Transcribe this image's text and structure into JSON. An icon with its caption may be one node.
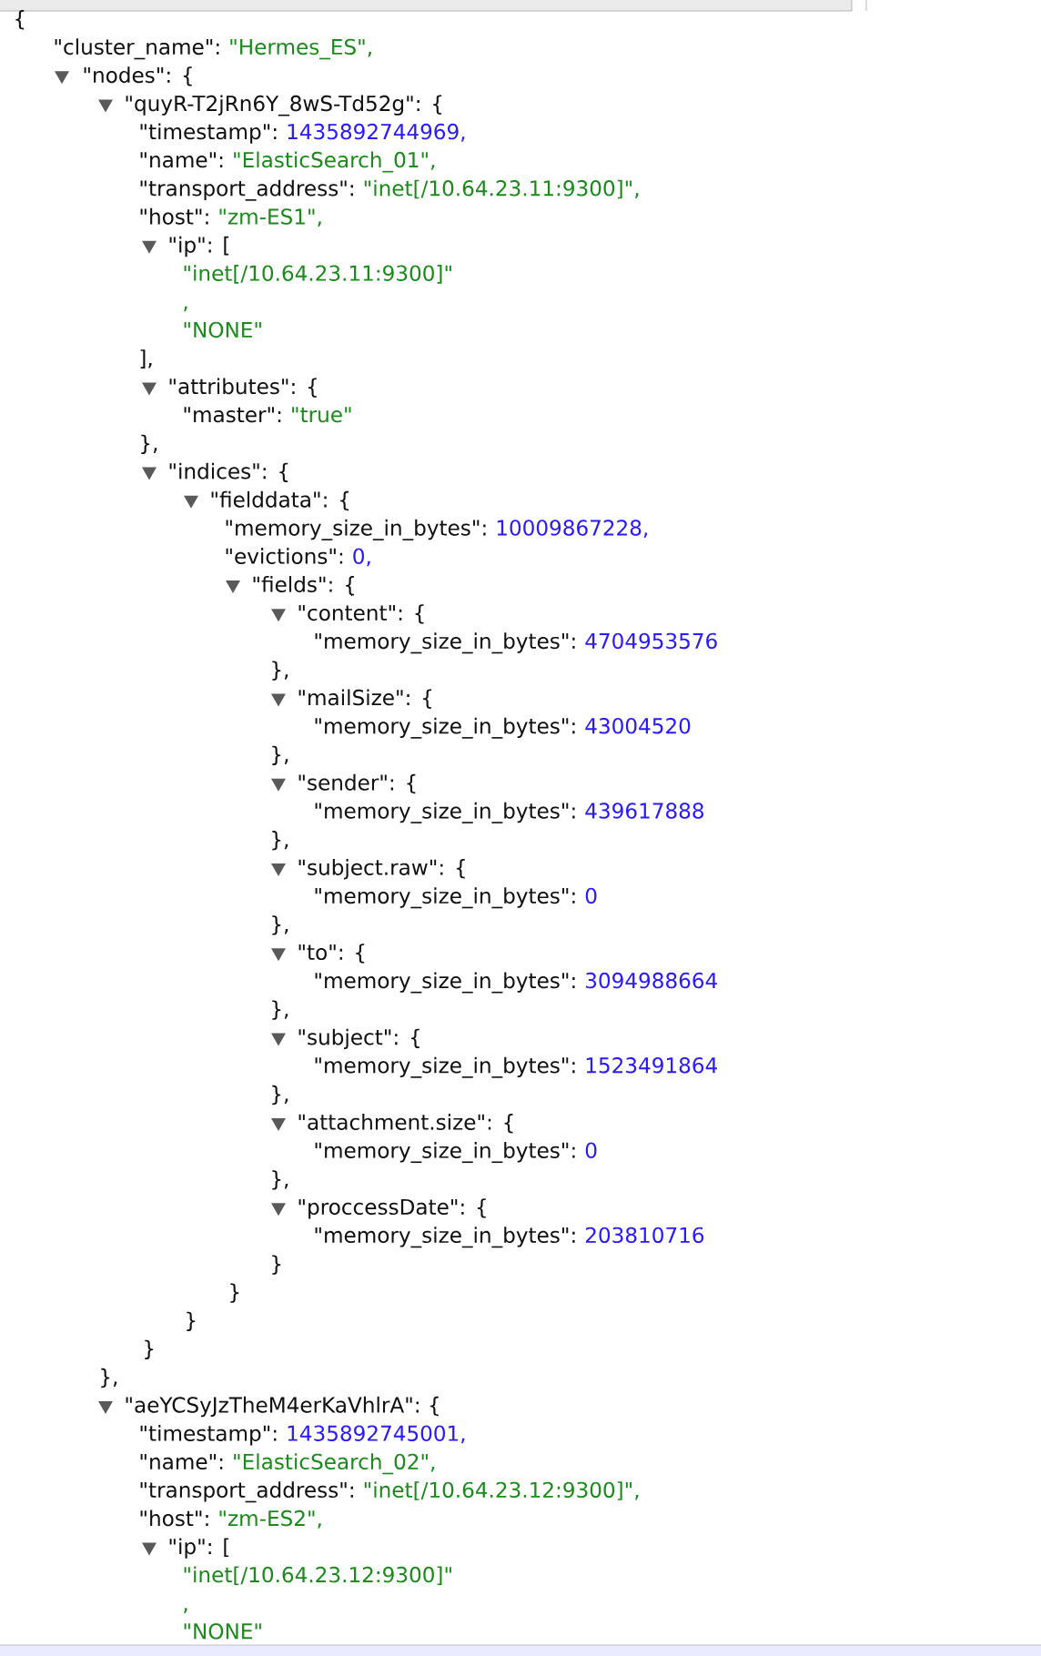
{
  "diagram": {
    "labels": [
      "{",
      "\"cluster_name\":",
      "\"Hermes_ES\",",
      "\"nodes\": {",
      "\"quyR-T2jRn6Y_8wS-Td52g\": {",
      "\"timestamp\":",
      "1435892744969,",
      "\"name\":",
      "\"ElasticSearch_01\",",
      "\"transport_address\":",
      "\"inet[/10.64.23.11:9300]\",",
      "\"host\":",
      "\"zm-ES1\",",
      "\"ip\": [",
      "\"inet[/10.64.23.11:9300]\"",
      ",",
      "\"NONE\"",
      "],",
      "\"attributes\": {",
      "\"master\":",
      "\"true\"",
      "},",
      "\"indices\": {",
      "\"fielddata\": {",
      "\"memory_size_in_bytes\":",
      "10009867228,",
      "\"evictions\":",
      "0,",
      "\"fields\": {",
      "\"content\": {",
      "\"memory_size_in_bytes\":",
      "4704953576",
      "},",
      "\"mailSize\": {",
      "\"memory_size_in_bytes\":",
      "43004520",
      "},",
      "\"sender\": {",
      "\"memory_size_in_bytes\":",
      "439617888",
      "},",
      "\"subject.raw\": {",
      "\"memory_size_in_bytes\":",
      "0",
      "},",
      "\"to\": {",
      "\"memory_size_in_bytes\":",
      "3094988664",
      "},",
      "\"subject\": {",
      "\"memory_size_in_bytes\":",
      "1523491864",
      "},",
      "\"attachment.size\": {",
      "\"memory_size_in_bytes\":",
      "0",
      "},",
      "\"proccessDate\": {",
      "\"memory_size_in_bytes\":",
      "203810716",
      "}",
      "}",
      "}",
      "}",
      "},",
      "\"aeYCSyJzTheM4erKaVhlrA\": {",
      "\"timestamp\":",
      "1435892745001,",
      "\"name\":",
      "\"ElasticSearch_02\",",
      "\"transport_address\":",
      "\"inet[/10.64.23.12:9300]\",",
      "\"host\":",
      "\"zm-ES2\",",
      "\"ip\": [",
      "\"inet[/10.64.23.12:9300]\"",
      ",",
      "\"NONE\""
    ]
  }
}
